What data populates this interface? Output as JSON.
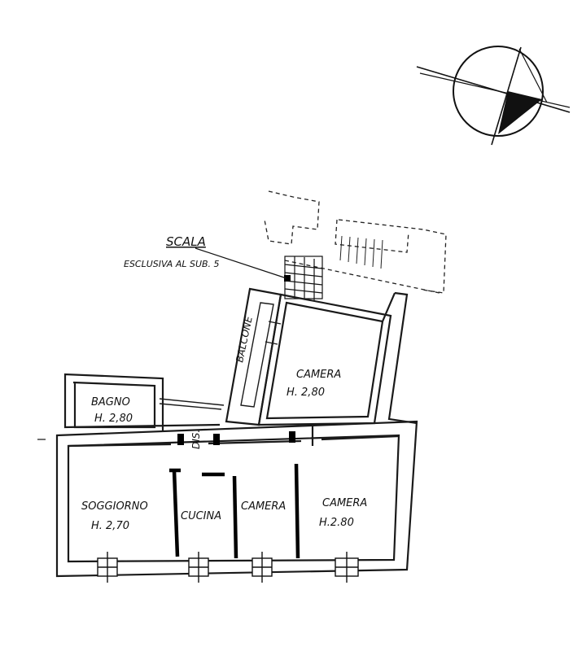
{
  "compass": {
    "icon": "north-arrow-compass-icon"
  },
  "labels": {
    "scala": "SCALA",
    "scala_note": "ESCLUSIVA AL SUB. 5",
    "balcone": "BALCONE",
    "dis": "DIS."
  },
  "rooms": {
    "camera_top": {
      "name": "CAMERA",
      "height": "H. 2,80"
    },
    "bagno": {
      "name": "BAGNO",
      "height": "H. 2,80"
    },
    "soggiorno": {
      "name": "SOGGIORNO",
      "height": "H. 2,70"
    },
    "cucina": {
      "name": "CUCINA"
    },
    "camera_mid": {
      "name": "CAMERA"
    },
    "camera_right": {
      "name": "CAMERA",
      "height": "H.2.80"
    }
  }
}
